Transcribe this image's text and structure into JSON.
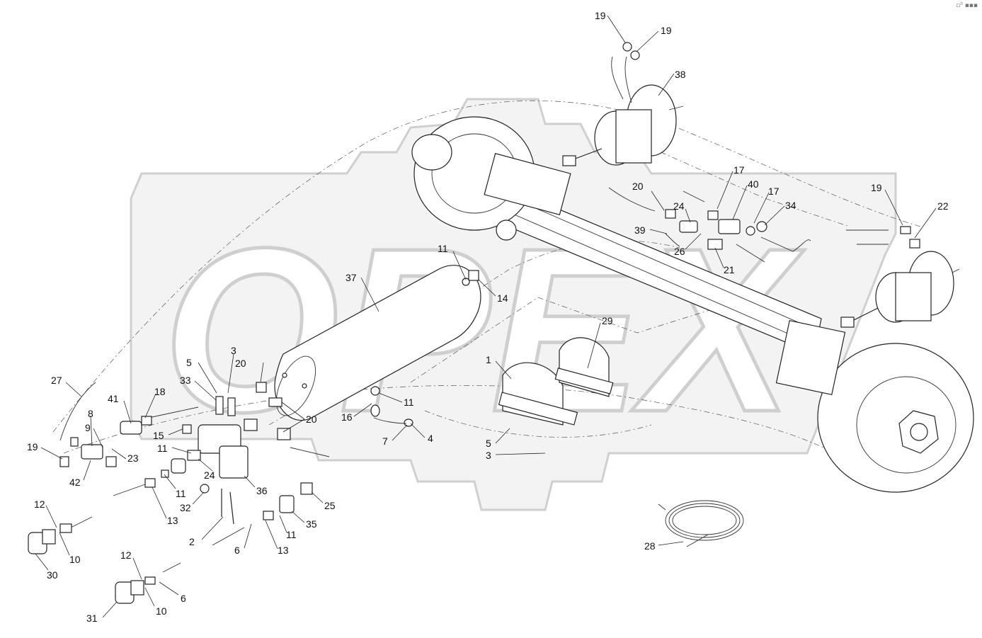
{
  "diagram": {
    "watermark": "OPEX",
    "corner_mark": "▫⁰ ▪▪▪",
    "labels": [
      "1",
      "2",
      "3",
      "4",
      "5",
      "6",
      "7",
      "8",
      "9",
      "10",
      "11",
      "12",
      "13",
      "14",
      "15",
      "16",
      "17",
      "18",
      "19",
      "20",
      "21",
      "22",
      "23",
      "24",
      "25",
      "26",
      "27",
      "28",
      "29",
      "30",
      "31",
      "32",
      "33",
      "34",
      "35",
      "36",
      "37",
      "38",
      "39",
      "40",
      "41",
      "42"
    ]
  }
}
